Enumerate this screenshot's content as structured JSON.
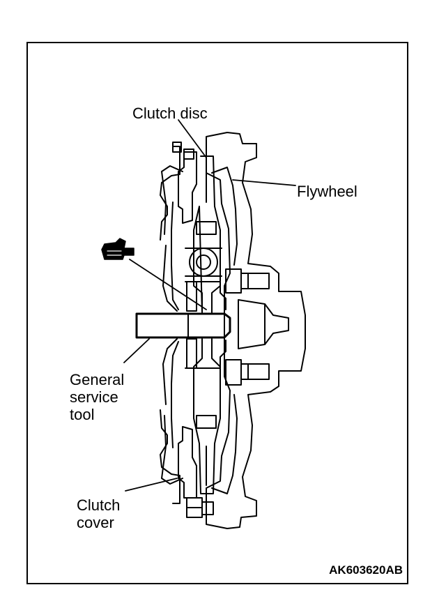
{
  "labels": {
    "clutch_disc": "Clutch disc",
    "flywheel": "Flywheel",
    "general_service_tool_1": "General",
    "general_service_tool_2": "service",
    "general_service_tool_3": "tool",
    "clutch_cover_1": "Clutch",
    "clutch_cover_2": "cover"
  },
  "figure_code": "AK603620AB",
  "icons": {
    "grease": "grease-gun-icon"
  },
  "colors": {
    "ink": "#000000",
    "paper": "#ffffff"
  }
}
